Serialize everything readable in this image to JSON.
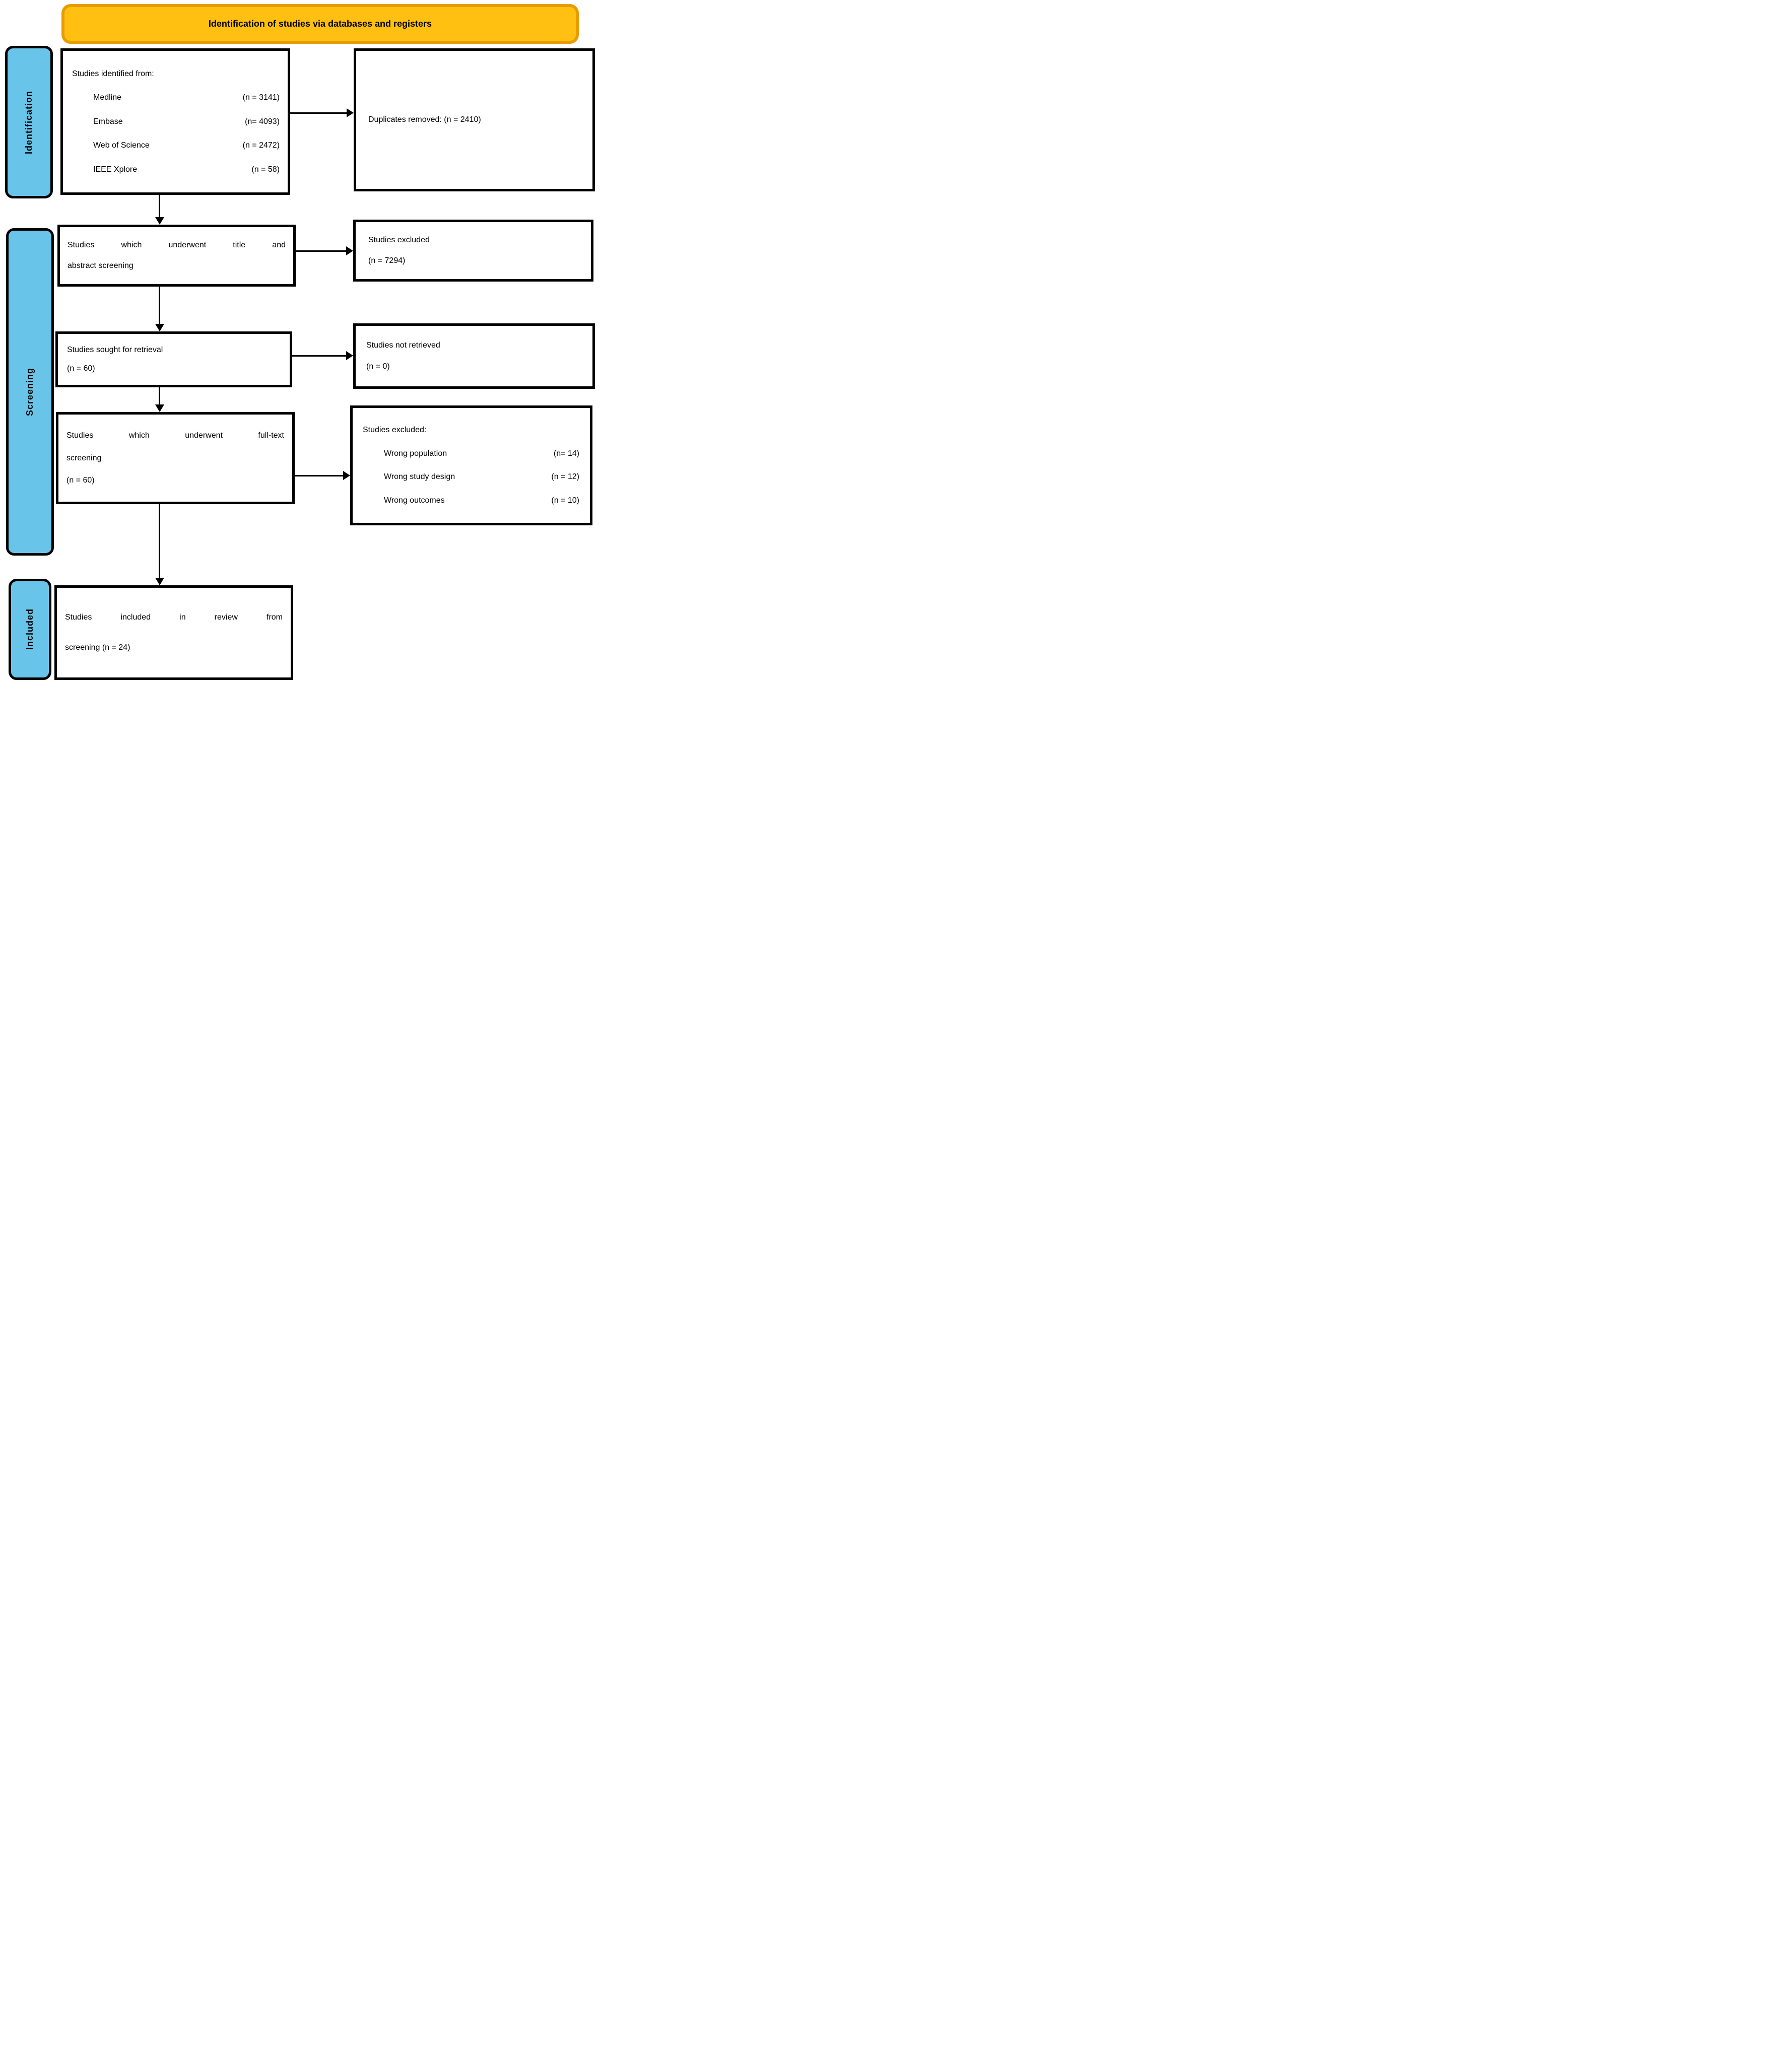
{
  "header": {
    "title": "Identification of studies via databases and registers"
  },
  "sidebar": {
    "identification": "Identification",
    "screening": "Screening",
    "included": "Included"
  },
  "boxes": {
    "identified": {
      "title": "Studies identified from:",
      "sources": [
        {
          "name": "Medline",
          "count": "(n = 3141)"
        },
        {
          "name": "Embase",
          "count": "(n= 4093)"
        },
        {
          "name": "Web of Science",
          "count": "(n = 2472)"
        },
        {
          "name": "IEEE Xplore",
          "count": "(n = 58)"
        }
      ]
    },
    "duplicates": {
      "text": "Duplicates removed: (n = 2410)"
    },
    "title_abstract": {
      "line1": "Studies which underwent title and",
      "line2": "abstract screening"
    },
    "excluded_screening": {
      "line1": "Studies excluded",
      "line2": "(n = 7294)"
    },
    "sought": {
      "line1": "Studies sought for retrieval",
      "line2": "(n = 60)"
    },
    "not_retrieved": {
      "line1": "Studies not retrieved",
      "line2": "(n = 0)"
    },
    "fulltext": {
      "line1": "Studies which underwent full-text",
      "line2": "screening",
      "line3": "(n = 60)"
    },
    "excluded_fulltext": {
      "title": "Studies excluded:",
      "reasons": [
        {
          "name": "Wrong population",
          "count": "(n= 14)"
        },
        {
          "name": "Wrong study design",
          "count": "(n = 12)"
        },
        {
          "name": "Wrong outcomes",
          "count": "(n = 10)"
        }
      ]
    },
    "included_review": {
      "line1": "Studies included in review from",
      "line2": "screening (n = 24)"
    }
  },
  "colors": {
    "banner_fill": "#FFC012",
    "banner_border": "#E89C00",
    "stage_fill": "#68C5E9"
  }
}
